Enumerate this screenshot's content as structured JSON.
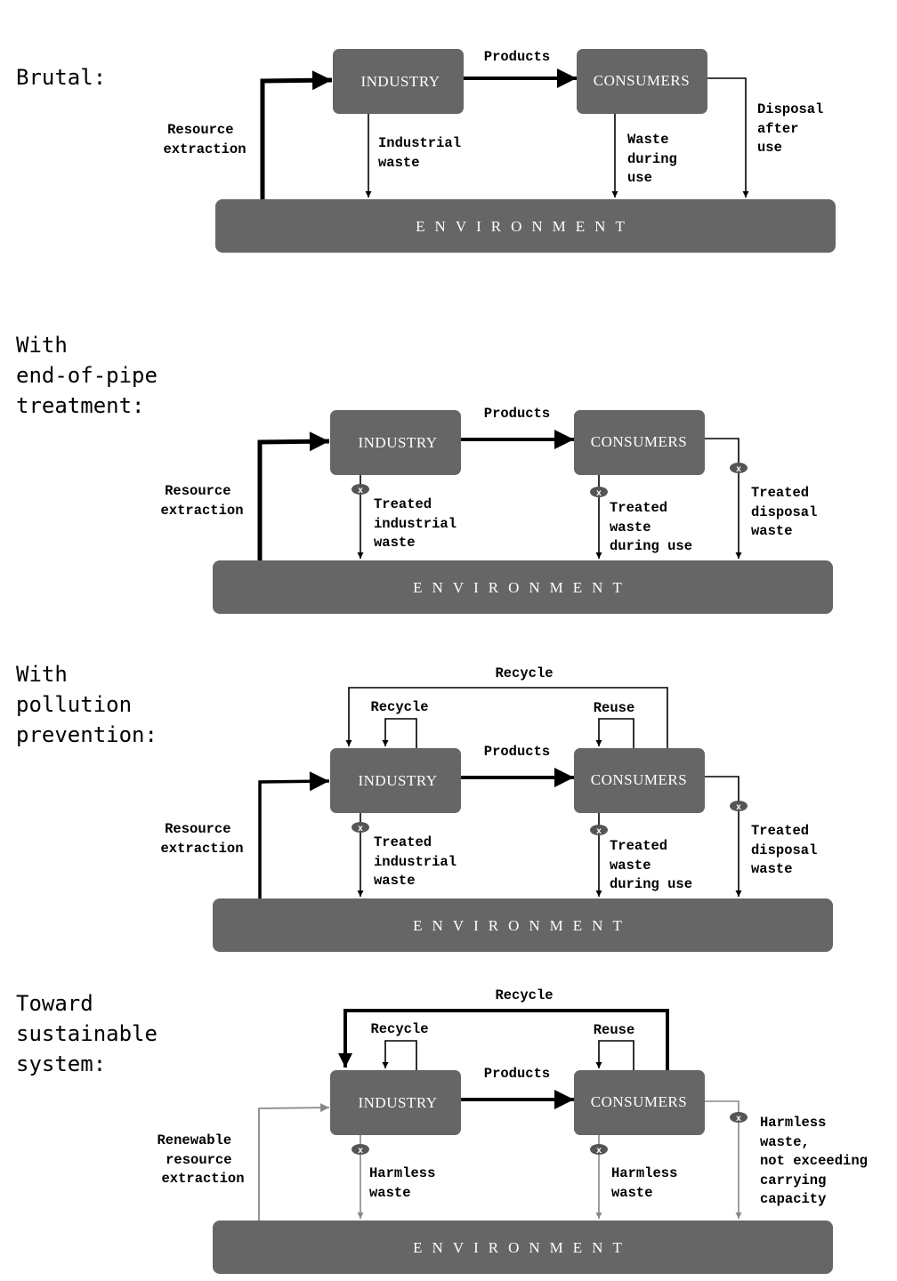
{
  "diagram": {
    "colors": {
      "box": "#666666",
      "text_on_box": "#ffffff",
      "line": "#000000",
      "sustainable_line": "#888888"
    },
    "panels": [
      {
        "heading": [
          "Brutal:"
        ],
        "industry": "INDUSTRY",
        "consumers": "CONSUMERS",
        "environment": "ENVIRONMENT",
        "products": "Products",
        "resource": [
          "Resource",
          "extraction"
        ],
        "industry_waste": [
          "Industrial",
          "waste"
        ],
        "consumer_waste": [
          "Waste",
          "during",
          "use"
        ],
        "disposal": [
          "Disposal",
          "after",
          "use"
        ],
        "treatment_marker": ""
      },
      {
        "heading": [
          "With",
          "end-of-pipe",
          "treatment:"
        ],
        "industry": "INDUSTRY",
        "consumers": "CONSUMERS",
        "environment": "ENVIRONMENT",
        "products": "Products",
        "resource": [
          "Resource",
          "extraction"
        ],
        "industry_waste": [
          "Treated",
          "industrial",
          "waste"
        ],
        "consumer_waste": [
          "Treated",
          "waste",
          "during use"
        ],
        "disposal": [
          "Treated",
          "disposal",
          "waste"
        ],
        "treatment_marker": "x"
      },
      {
        "heading": [
          "With",
          "pollution",
          "prevention:"
        ],
        "industry": "INDUSTRY",
        "consumers": "CONSUMERS",
        "environment": "ENVIRONMENT",
        "products": "Products",
        "resource": [
          "Resource",
          "extraction"
        ],
        "industry_waste": [
          "Treated",
          "industrial",
          "waste"
        ],
        "consumer_waste": [
          "Treated",
          "waste",
          "during use"
        ],
        "disposal": [
          "Treated",
          "disposal",
          "waste"
        ],
        "treatment_marker": "x",
        "recycle_outer": "Recycle",
        "recycle_inner": "Recycle",
        "reuse": "Reuse"
      },
      {
        "heading": [
          "Toward",
          "sustainable",
          "system:"
        ],
        "industry": "INDUSTRY",
        "consumers": "CONSUMERS",
        "environment": "ENVIRONMENT",
        "products": "Products",
        "resource": [
          "Renewable",
          "resource",
          "extraction"
        ],
        "industry_waste": [
          "Harmless",
          "waste"
        ],
        "consumer_waste": [
          "Harmless",
          "waste"
        ],
        "disposal": [
          "Harmless",
          "waste,",
          "not exceeding",
          "carrying",
          "capacity"
        ],
        "treatment_marker": "x",
        "recycle_outer": "Recycle",
        "recycle_inner": "Recycle",
        "reuse": "Reuse"
      }
    ]
  }
}
